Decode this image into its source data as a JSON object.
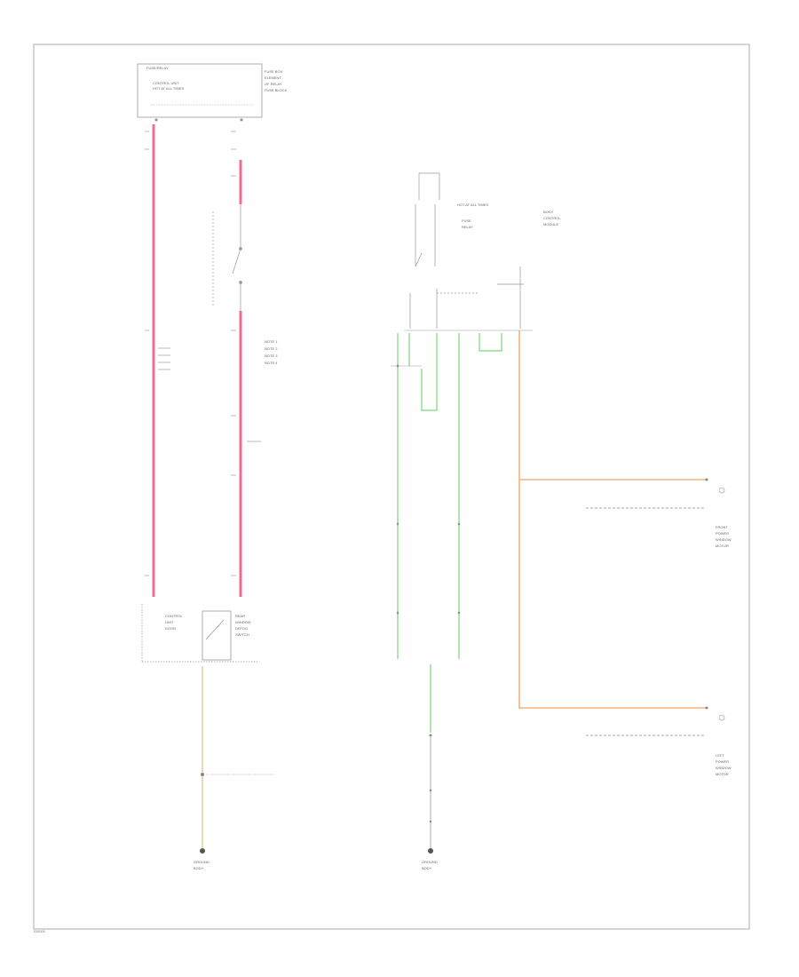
{
  "colors": {
    "frame": "#bbbbbb",
    "wire_pink": "#f06d92",
    "wire_green": "#90dd8c",
    "wire_orange": "#f7b27c",
    "wire_yellow": "#ddd6a0",
    "component_outline": "#999999",
    "text": "#666666"
  },
  "labels": {
    "relay_box": [
      "FUSE/RELAY",
      "CONTROL UNIT",
      "HOT AT ALL TIMES"
    ],
    "relay_box_side": [
      "FUSE BOX",
      "ELEMENT",
      "OF RELAY",
      "FUSE BLOCK"
    ],
    "switch_notes": [
      "NOTE 1",
      "NOTE 2",
      "NOTE 3",
      "NOTE 4"
    ],
    "left_module": [
      "CONTROL",
      "UNIT",
      "DOOR"
    ],
    "right_module": [
      "REAR",
      "WINDOW",
      "DEFOG",
      "SWITCH"
    ],
    "mid_top": [
      "HOT AT ALL TIMES",
      "FUSE",
      "RELAY"
    ],
    "right_box": [
      "BODY",
      "CONTROL",
      "MODULE"
    ],
    "front_door": [
      "FRONT",
      "POWER",
      "WINDOW",
      "MOTOR"
    ],
    "rear_door": [
      "LEFT",
      "POWER",
      "WINDOW",
      "MOTOR"
    ],
    "ground_left": [
      "GROUND",
      "BODY"
    ],
    "ground_right": [
      "GROUND",
      "BODY"
    ],
    "footer": "ID0000"
  }
}
